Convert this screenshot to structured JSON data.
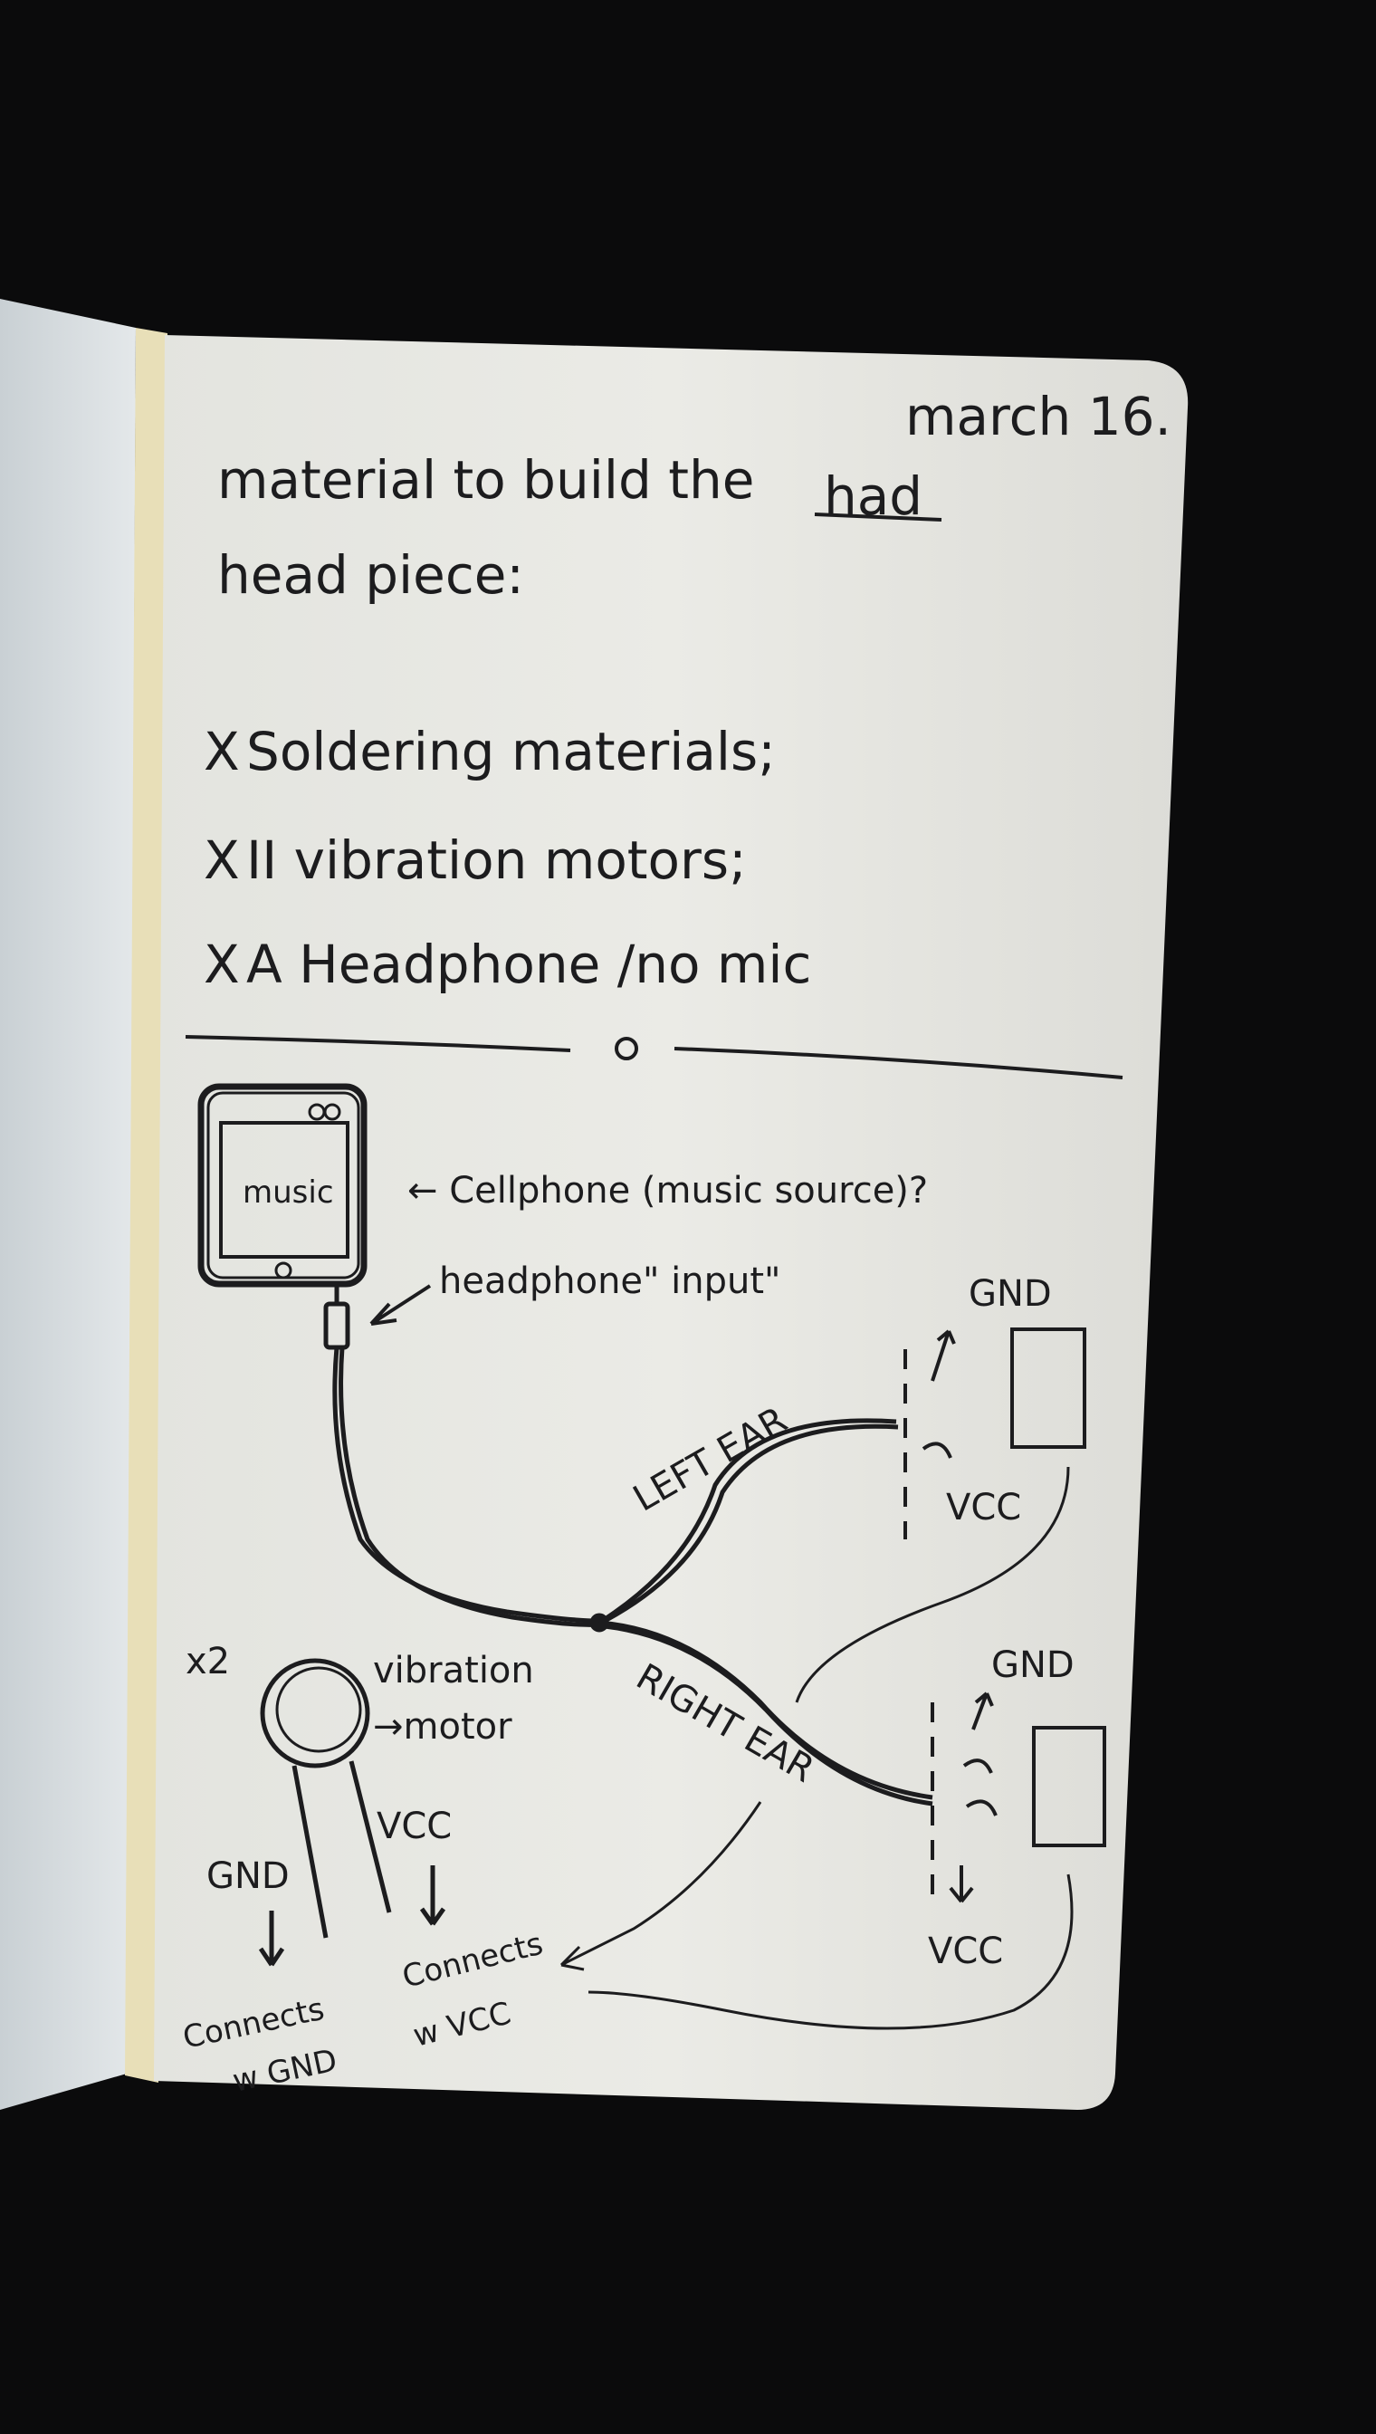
{
  "page": {
    "date": "march 16.",
    "heading_line1": "material to build the",
    "heading_struck": "had",
    "heading_line2": "head piece:"
  },
  "materials": [
    {
      "mark": "X",
      "text": "Soldering materials;"
    },
    {
      "mark": "X",
      "text": "II vibration motors;"
    },
    {
      "mark": "X",
      "text": "A Headphone /no mic"
    }
  ],
  "diagram": {
    "phone_label": "music",
    "phone_caption": "← Cellphone (music source)?",
    "input_caption": "headphone\" input\"",
    "left_ear": "LEFT EAR",
    "right_ear": "RIGHT EAR",
    "gnd_top": "GND",
    "vcc_top": "VCC",
    "gnd_bottom": "GND",
    "vcc_bottom": "VCC",
    "motor_count": "x2",
    "motor_label_1": "vibration",
    "motor_label_2": "→motor",
    "motor_gnd": "GND",
    "motor_vcc": "VCC",
    "connects_gnd_1": "Connects",
    "connects_gnd_2": "w GND",
    "connects_vcc_1": "Connects",
    "connects_vcc_2": "w VCC"
  },
  "colors": {
    "background": "#0b0b0c",
    "paper": "#e9e9e4",
    "left_page": "#dde3e6",
    "ink": "#1c1c1e",
    "binding": "#e8dfb8"
  }
}
